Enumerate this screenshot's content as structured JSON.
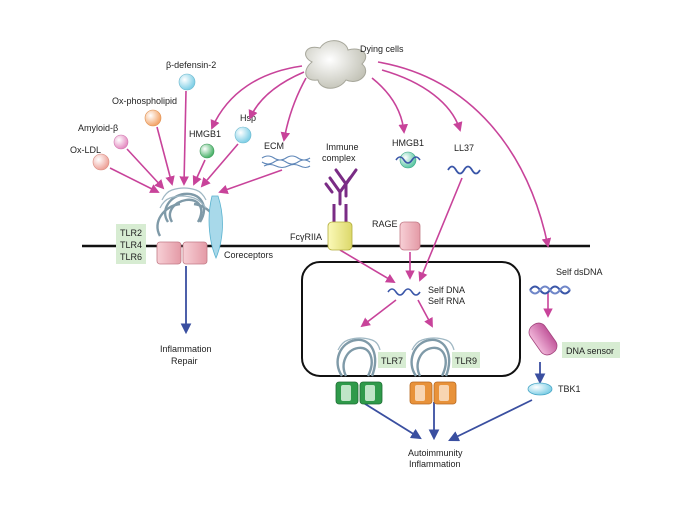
{
  "labels": {
    "dying_cells": "Dying cells",
    "beta_defensin2": "β-defensin-2",
    "ox_phospholipid": "Ox-phospholipid",
    "amyloid_beta": "Amyloid-β",
    "ox_ldl": "Ox-LDL",
    "hmgb1_left": "HMGB1",
    "hsp": "Hsp",
    "ecm": "ECM",
    "immune_complex_1": "Immune",
    "immune_complex_2": "complex",
    "hmgb1_right": "HMGB1",
    "ll37": "LL37",
    "fcgriia": "FcγRIIA",
    "rage": "RAGE",
    "tlr2": "TLR2",
    "tlr4": "TLR4",
    "tlr6": "TLR6",
    "coreceptors": "Coreceptors",
    "inflammation": "Inflammation",
    "repair": "Repair",
    "self_dna": "Self DNA",
    "self_rna": "Self RNA",
    "tlr7": "TLR7",
    "tlr9": "TLR9",
    "self_dsdna": "Self dsDNA",
    "dna_sensor": "DNA sensor",
    "tbk1": "TBK1",
    "autoimmunity": "Autoimmunity",
    "inflammation2": "Inflammation"
  },
  "colors": {
    "arrow_magenta": "#c8439a",
    "arrow_blue": "#3a4fa0",
    "membrane": "#111111",
    "label_box": "#d7ecd2",
    "receptor_pink": "#f2b8c0",
    "tlr7_green": "#2f9a4a",
    "tlr9_orange": "#e8923a",
    "tlr_coil": "#7f9aa8"
  }
}
